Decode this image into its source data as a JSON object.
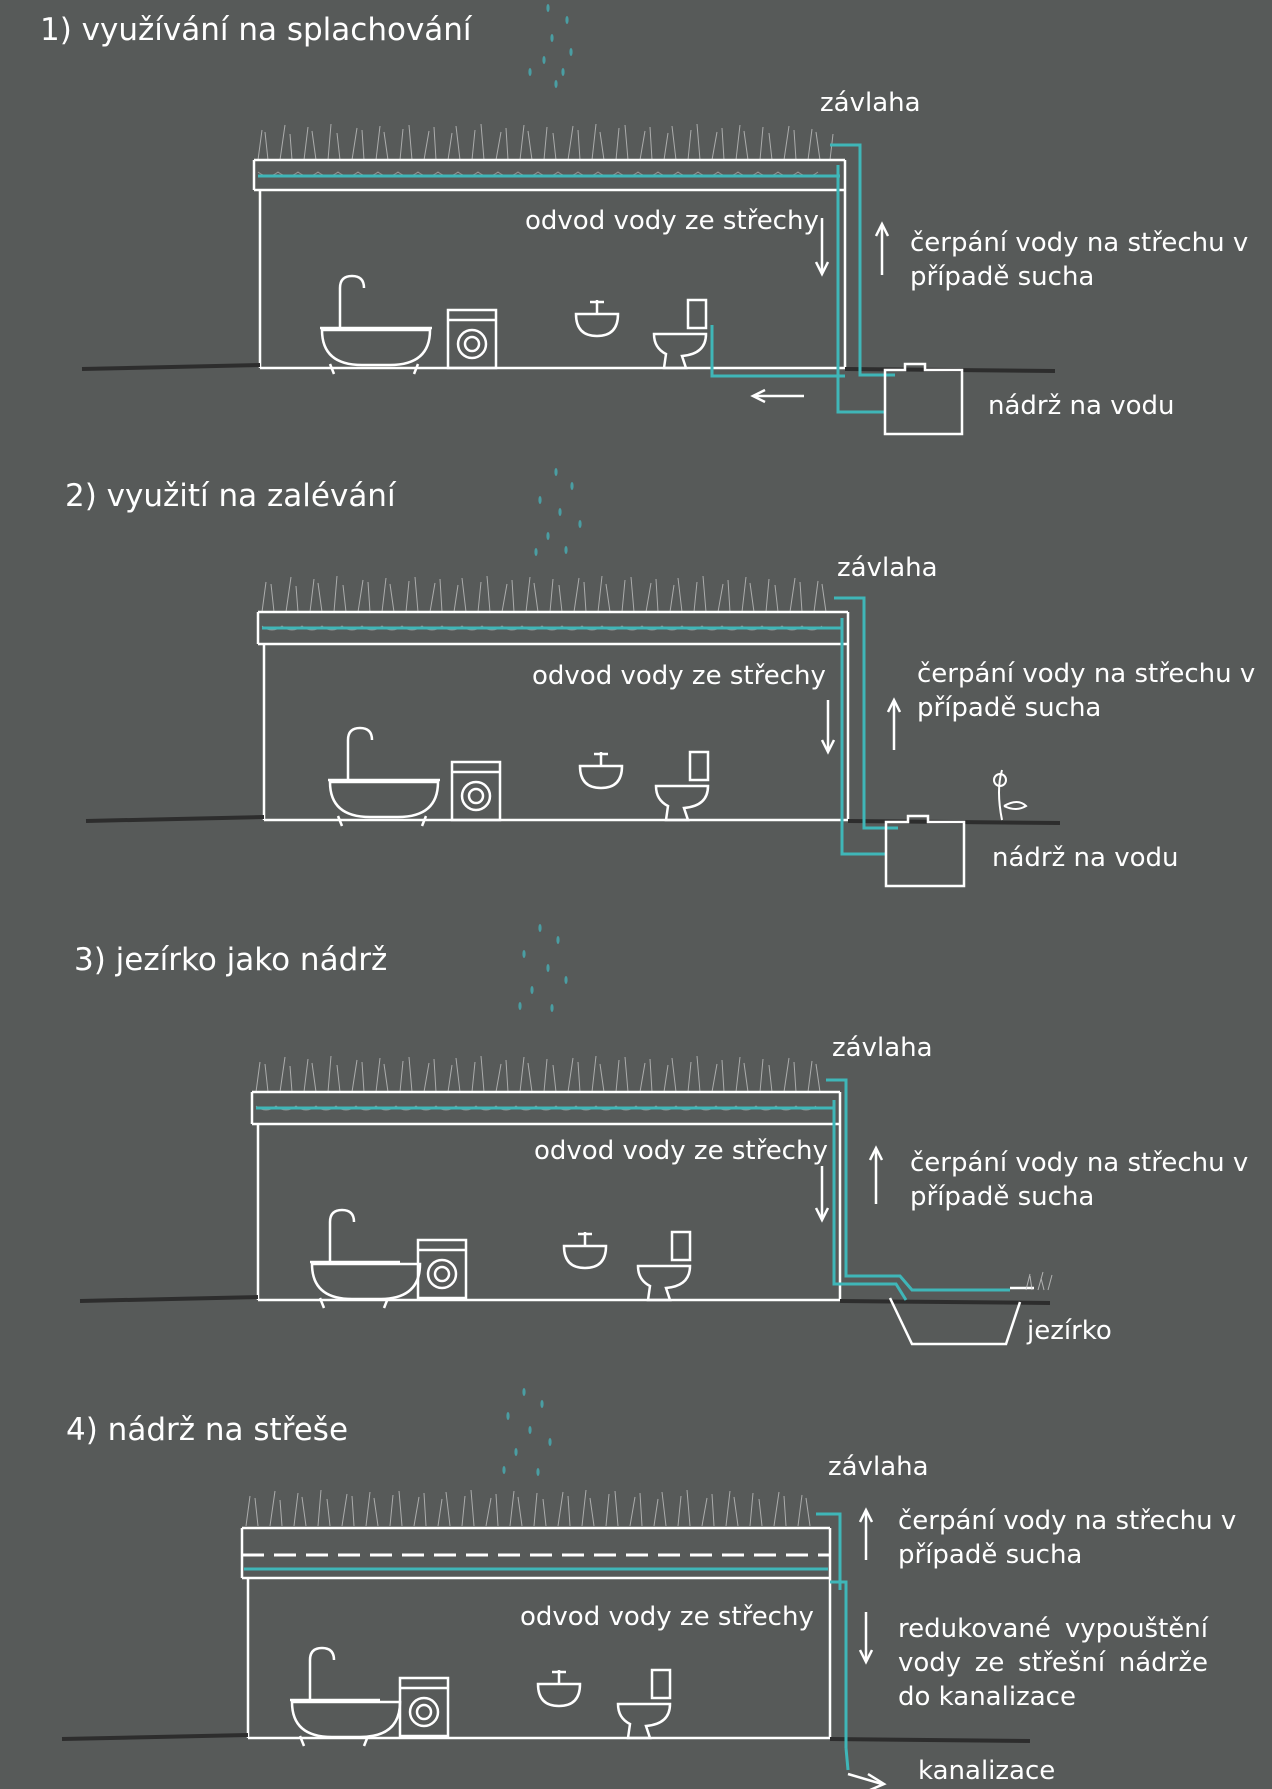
{
  "colors": {
    "background": "#575a59",
    "water": "#3fb6b8",
    "line": "#ffffff",
    "rain": "#4a9ea3"
  },
  "panels": [
    {
      "title": "1) využívání na splachování",
      "irrigation": "závlaha",
      "roof_drain": "odvod vody ze střechy",
      "pump": "čerpání vody na střechu v případě sucha",
      "tank": "nádrž na vodu"
    },
    {
      "title": "2) využití na zalévání",
      "irrigation": "závlaha",
      "roof_drain": "odvod vody ze střechy",
      "pump": "čerpání vody na střechu v případě sucha",
      "tank": "nádrž na vodu"
    },
    {
      "title": "3) jezírko jako nádrž",
      "irrigation": "závlaha",
      "roof_drain": "odvod vody ze střechy",
      "pump": "čerpání vody na střechu v případě sucha",
      "pond": "jezírko"
    },
    {
      "title": "4) nádrž na střeše",
      "irrigation": "závlaha",
      "pump": "čerpání vody na střechu v případě sucha",
      "roof_drain": "odvod vody ze střechy",
      "reduced": "redukované vypouštění vody ze střešní nádrže do kanalizace",
      "sewer": "kanalizace"
    }
  ]
}
